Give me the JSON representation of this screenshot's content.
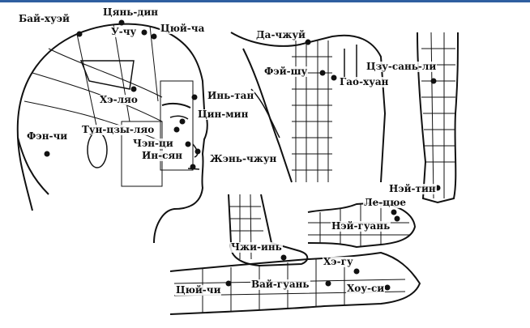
{
  "points": {
    "bai_hui": "Бай-хуэй",
    "qian_ding": "Цянь-дин",
    "u_chu": "У-чу",
    "cui_cha": "Цюй-ча",
    "he_liao": "Хэ-ляо",
    "yin_tang": "Инь-тан",
    "jing_ming": "Цин-мин",
    "feng_chi": "Фэн-чи",
    "tong_zi_liao": "Тун-цзы-ляо",
    "cheng_qi": "Чэн-ци",
    "yin_xiang": "Ин-сян",
    "ren_zhong": "Жэнь-чжун",
    "da_zhui": "Да-чжуй",
    "fei_shu": "Фэй-шу",
    "gao_huang": "Гао-хуан",
    "zu_san_li": "Цзу-сань-ли",
    "nei_ting": "Нэй-тин",
    "le_que": "Ле-цюе",
    "nei_guan": "Нэй-гуань",
    "zhi_yin": "Чжи-инь",
    "he_gu": "Хэ-гу",
    "qu_chi": "Цюй-чи",
    "wai_guan": "Вай-гуань",
    "hou_xi": "Хоу-си"
  },
  "colors": {
    "line": "#111111",
    "frame": "#2f5fa0"
  }
}
